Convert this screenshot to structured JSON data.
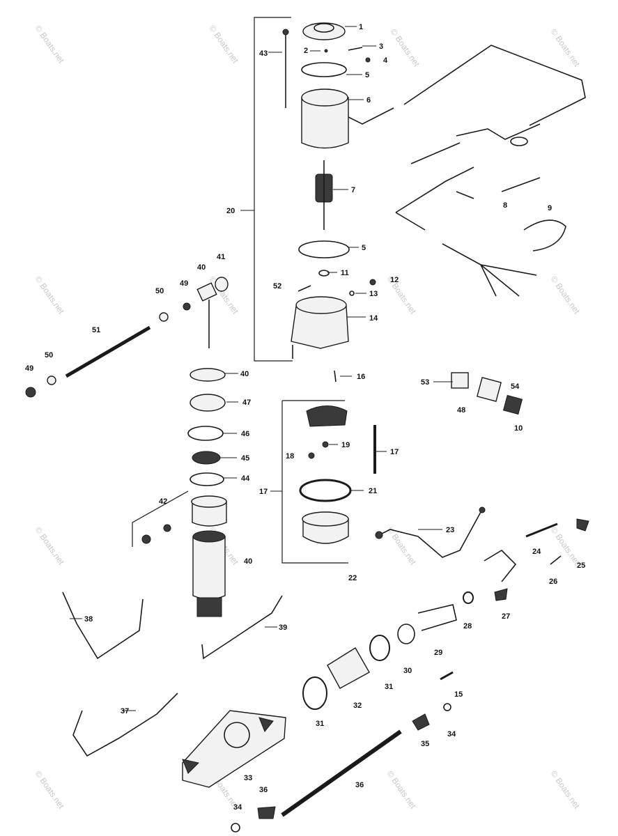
{
  "callouts": [
    "1",
    "2",
    "3",
    "4",
    "5",
    "6",
    "7",
    "8",
    "9",
    "5",
    "10",
    "11",
    "12",
    "13",
    "14",
    "15",
    "16",
    "17",
    "17",
    "18",
    "19",
    "20",
    "21",
    "22",
    "23",
    "24",
    "25",
    "26",
    "27",
    "28",
    "29",
    "30",
    "31",
    "31",
    "32",
    "33",
    "34",
    "34",
    "35",
    "36",
    "36",
    "37",
    "38",
    "39",
    "40",
    "40",
    "40",
    "41",
    "42",
    "43",
    "44",
    "45",
    "46",
    "47",
    "48",
    "49",
    "49",
    "50",
    "50",
    "51",
    "52",
    "53",
    "54"
  ],
  "watermark": "© Boats.net",
  "colors": {
    "ink": "#1a1a1a",
    "watermark": "#c9c9c9",
    "background": "#ffffff"
  }
}
